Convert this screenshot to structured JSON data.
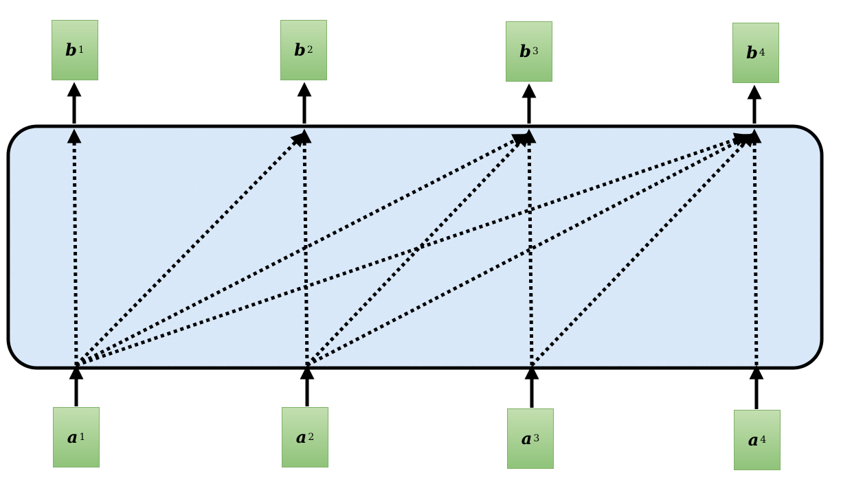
{
  "outputs": [
    {
      "letter": "b",
      "index": "1"
    },
    {
      "letter": "b",
      "index": "2"
    },
    {
      "letter": "b",
      "index": "3"
    },
    {
      "letter": "b",
      "index": "4"
    }
  ],
  "inputs": [
    {
      "letter": "a",
      "index": "1"
    },
    {
      "letter": "a",
      "index": "2"
    },
    {
      "letter": "a",
      "index": "3"
    },
    {
      "letter": "a",
      "index": "4"
    }
  ],
  "connections": [
    [
      1,
      1
    ],
    [
      1,
      2
    ],
    [
      1,
      3
    ],
    [
      1,
      4
    ],
    [
      2,
      2
    ],
    [
      2,
      3
    ],
    [
      2,
      4
    ],
    [
      3,
      3
    ],
    [
      3,
      4
    ],
    [
      4,
      4
    ]
  ],
  "colors": {
    "box_fill_top": "#c3dfb0",
    "box_fill_bottom": "#8fc37a",
    "box_border": "#7fb069",
    "layer_fill": "#d6e7f8",
    "layer_border": "#000000",
    "arrow": "#000000"
  }
}
